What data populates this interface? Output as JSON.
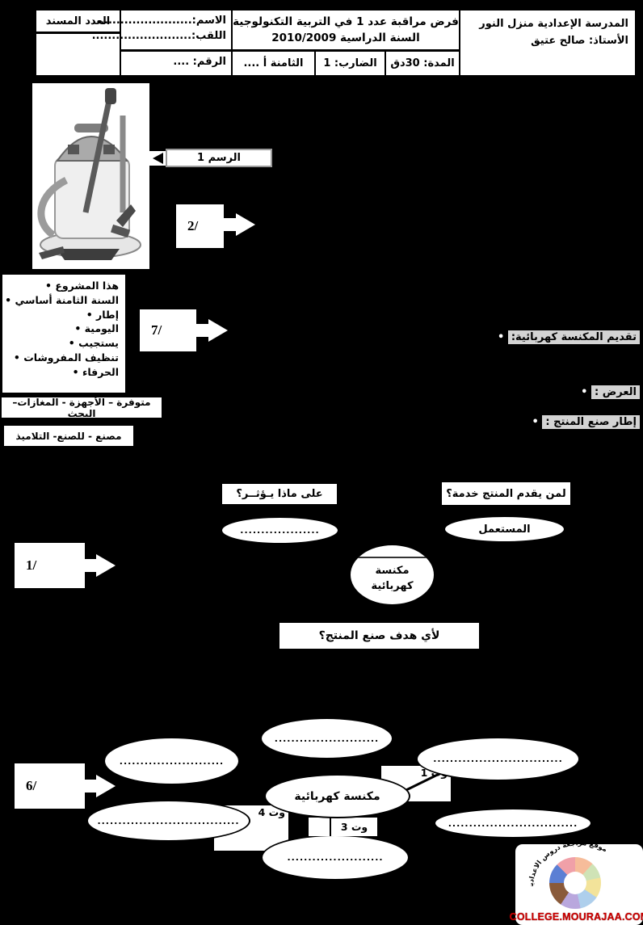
{
  "header": {
    "school": {
      "line1": "المدرسة الإعدادية منزل النور",
      "line2": "الأستاذ: صالح عتيق"
    },
    "exam": {
      "line1": "فرض مراقبة عدد 1 في التربية التكنولوجية",
      "line2": "السنة الدراسية 2010/2009"
    },
    "meta": {
      "duration": "المدة: 30دق",
      "coefficient": "الضارب: 1",
      "class": "الثامنة أ  ...."
    },
    "student": {
      "name": "الاسم:.........................",
      "surname": "اللقب:.........................",
      "number": "الرقم: ....",
      "score_label": "العدد المسند"
    }
  },
  "figure": {
    "caption": "الرسم 1",
    "image_name": "vacuum-cleaner-photo"
  },
  "tasks": {
    "t1": "1/",
    "t2": "2/",
    "t6": "6/",
    "t7": "7/"
  },
  "word_bank": {
    "items": [
      "هذا المشروع",
      "السنة الثامنة أساسي",
      "إطار",
      "اليومية",
      "يستجيب",
      "تنظيف المفروشات",
      "الحرفاء"
    ],
    "strip1": "متوفرة – الأجهزة - المغازات– البحث",
    "strip2": "مصنع - للصنع- التلاميذ"
  },
  "prompts": {
    "presentation": "تقديم المكنسة كهربائية:",
    "offer": "العرض :",
    "frame": "إطار صنع المنتج :"
  },
  "mind_map1": {
    "q_left": "على ماذا يـؤثــر؟",
    "q_right": "لمن يقدم المنتج خدمة؟",
    "q_bottom": "لأي هدف صنع المنتج؟",
    "oval_left": "...................",
    "oval_right": "المستعمل",
    "center_line1": "مكنسة",
    "center_line2": "كهربائية"
  },
  "mind_map2": {
    "center": "مكنسة كهربائية",
    "ovals": [
      ".........................",
      ".........................",
      "...............................",
      "..................................",
      "...............................",
      "......................."
    ],
    "tags": {
      "t1": "وت 1",
      "t3": "وت 3",
      "t4": "وت 4"
    }
  },
  "footer": {
    "site": "COLLEGE.MOURAJAA.COM",
    "arc_text": "موقع مراجعة دروس الاعدادية"
  },
  "colors": {
    "highlight": "#d3d3d3",
    "site_red": "#cc0000",
    "page_bg": "#000000"
  }
}
